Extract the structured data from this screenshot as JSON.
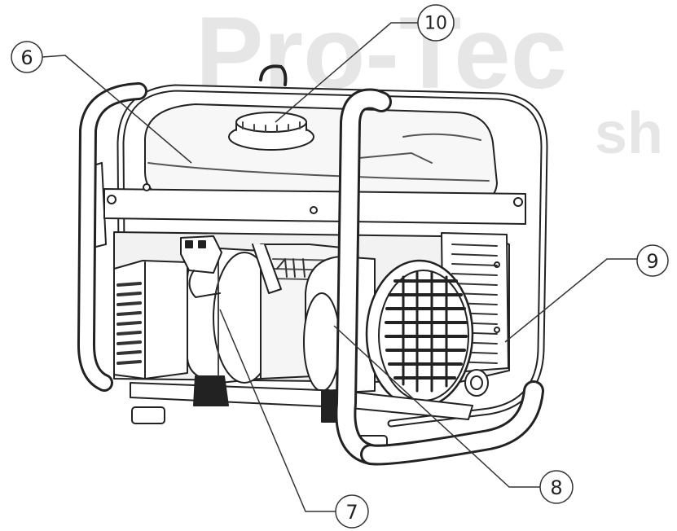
{
  "watermark": {
    "line1": "Pro-Tec",
    "line2": "sh",
    "color": "#e6e6e6"
  },
  "callouts": [
    {
      "id": "6",
      "label": "6"
    },
    {
      "id": "10",
      "label": "10"
    },
    {
      "id": "9",
      "label": "9"
    },
    {
      "id": "8",
      "label": "8"
    },
    {
      "id": "7",
      "label": "7"
    }
  ],
  "colors": {
    "ink": "#222222",
    "panel": "#f2f2f2",
    "tank": "#f7f7f7"
  }
}
